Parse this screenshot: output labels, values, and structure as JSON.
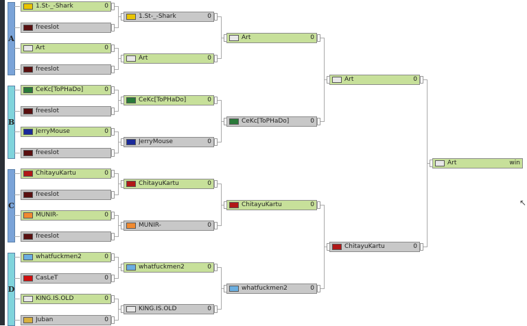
{
  "groups": [
    {
      "label": "A",
      "color": "#7aa3d8"
    },
    {
      "label": "B",
      "color": "#80d4dc"
    },
    {
      "label": "C",
      "color": "#7aa3d8"
    },
    {
      "label": "D",
      "color": "#80d4dc"
    }
  ],
  "rounds": [
    [
      {
        "name": "1.St-_-Shark",
        "score": "0",
        "icon": "ggi-clan-icon",
        "winner": true
      },
      {
        "name": "freeslot",
        "score": "",
        "icon": "freeslot-icon",
        "winner": false
      },
      {
        "name": "Art",
        "score": "0",
        "icon": "gear-clan-icon",
        "winner": true
      },
      {
        "name": "freeslot",
        "score": "",
        "icon": "freeslot-icon",
        "winner": false
      },
      {
        "name": "CeKc[ToPHaDo]",
        "score": "0",
        "icon": "earth-flag-icon",
        "winner": true
      },
      {
        "name": "freeslot",
        "score": "",
        "icon": "freeslot-icon",
        "winner": false
      },
      {
        "name": "JerryMouse",
        "score": "0",
        "icon": "eu-flag-icon",
        "winner": true
      },
      {
        "name": "freeslot",
        "score": "",
        "icon": "freeslot-icon",
        "winner": false
      },
      {
        "name": "ChitayuKartu",
        "score": "0",
        "icon": "red-eye-icon",
        "winner": true
      },
      {
        "name": "freeslot",
        "score": "",
        "icon": "freeslot-icon",
        "winner": false
      },
      {
        "name": "MUNIR-",
        "score": "0",
        "icon": "munir-flag-icon",
        "winner": true
      },
      {
        "name": "freeslot",
        "score": "",
        "icon": "freeslot-icon",
        "winner": false
      },
      {
        "name": "whatfuckmen2",
        "score": "0",
        "icon": "hands-flag-icon",
        "winner": true
      },
      {
        "name": "CasLeT",
        "score": "0",
        "icon": "ussr-flag-icon",
        "winner": false
      },
      {
        "name": "KING.IS.OLD",
        "score": "0",
        "icon": "gear-clan-icon",
        "winner": true
      },
      {
        "name": "Juban",
        "score": "0",
        "icon": "juban-flag-icon",
        "winner": false
      }
    ],
    [
      {
        "name": "1.St-_-Shark",
        "score": "0",
        "icon": "ggi-clan-icon",
        "winner": false
      },
      {
        "name": "Art",
        "score": "0",
        "icon": "gear-clan-icon",
        "winner": true
      },
      {
        "name": "CeKc[ToPHaDo]",
        "score": "0",
        "icon": "earth-flag-icon",
        "winner": true
      },
      {
        "name": "JerryMouse",
        "score": "0",
        "icon": "eu-flag-icon",
        "winner": false
      },
      {
        "name": "ChitayuKartu",
        "score": "0",
        "icon": "red-eye-icon",
        "winner": true
      },
      {
        "name": "MUNIR-",
        "score": "0",
        "icon": "munir-flag-icon",
        "winner": false
      },
      {
        "name": "whatfuckmen2",
        "score": "0",
        "icon": "hands-flag-icon",
        "winner": true
      },
      {
        "name": "KING.IS.OLD",
        "score": "0",
        "icon": "gear-clan-icon",
        "winner": false
      }
    ],
    [
      {
        "name": "Art",
        "score": "0",
        "icon": "gear-clan-icon",
        "winner": true
      },
      {
        "name": "CeKc[ToPHaDo]",
        "score": "0",
        "icon": "earth-flag-icon",
        "winner": false
      },
      {
        "name": "ChitayuKartu",
        "score": "0",
        "icon": "red-eye-icon",
        "winner": true
      },
      {
        "name": "whatfuckmen2",
        "score": "0",
        "icon": "hands-flag-icon",
        "winner": false
      }
    ],
    [
      {
        "name": "Art",
        "score": "0",
        "icon": "gear-clan-icon",
        "winner": true
      },
      {
        "name": "ChitayuKartu",
        "score": "0",
        "icon": "red-eye-icon",
        "winner": false
      }
    ],
    [
      {
        "name": "Art",
        "score": "win",
        "icon": "gear-clan-icon",
        "winner": true
      }
    ]
  ],
  "icon_colors": {
    "ggi-clan-icon": "#e8c400",
    "freeslot-icon": "#5a1010",
    "gear-clan-icon": "#e8e8e8",
    "earth-flag-icon": "#2a7a3a",
    "eu-flag-icon": "#1a2a9a",
    "red-eye-icon": "#b01818",
    "munir-flag-icon": "#f08a30",
    "hands-flag-icon": "#6aaee0",
    "ussr-flag-icon": "#d01010",
    "juban-flag-icon": "#d8b040"
  }
}
